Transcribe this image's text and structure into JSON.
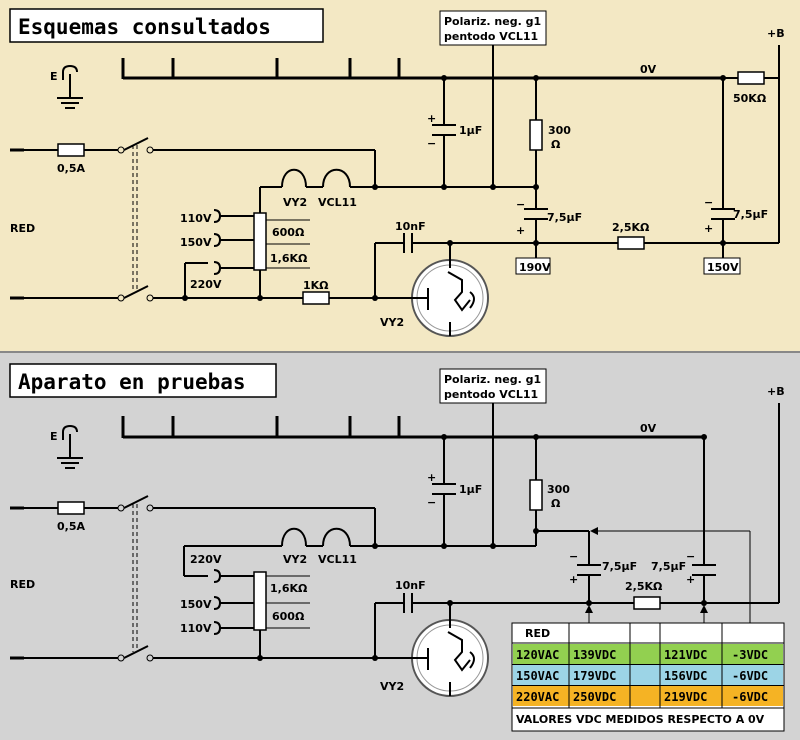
{
  "panels": {
    "top": {
      "title": "Esquemas consultados",
      "bg": "#f3e8c4"
    },
    "bottom": {
      "title": "Aparato en pruebas",
      "bg": "#d3d3d3"
    }
  },
  "labels": {
    "polariz_line1": "Polariz. neg. g1",
    "polariz_line2": "pentodo  VCL11",
    "plus_b": "+B",
    "zero_v": "0V",
    "earth": "E",
    "fuse": "0,5A",
    "red": "RED",
    "v110": "110V",
    "v150": "150V",
    "v220": "220V",
    "r600": "600Ω",
    "r1600": "1,6KΩ",
    "r1k": "1KΩ",
    "vy2": "VY2",
    "vcl11": "VCL11",
    "c1uf": "1µF",
    "r300": "300",
    "ohm": "Ω",
    "c75uf": "7,5µF",
    "c10nf": "10nF",
    "r25k": "2,5KΩ",
    "r50k": "50KΩ",
    "v190": "190V",
    "v150node": "150V",
    "plus": "+",
    "minus": "−"
  },
  "table": {
    "header": "RED",
    "rows": [
      {
        "red": "120VAC",
        "a": "139VDC",
        "b": "121VDC",
        "c": "-3VDC",
        "color": "#92d050"
      },
      {
        "red": "150VAC",
        "a": "179VDC",
        "b": "156VDC",
        "c": "-6VDC",
        "color": "#9cd4e6"
      },
      {
        "red": "220VAC",
        "a": "250VDC",
        "b": "219VDC",
        "c": "-6VDC",
        "color": "#f5b324"
      }
    ],
    "footer": "VALORES VDC MEDIDOS RESPECTO A 0V"
  }
}
